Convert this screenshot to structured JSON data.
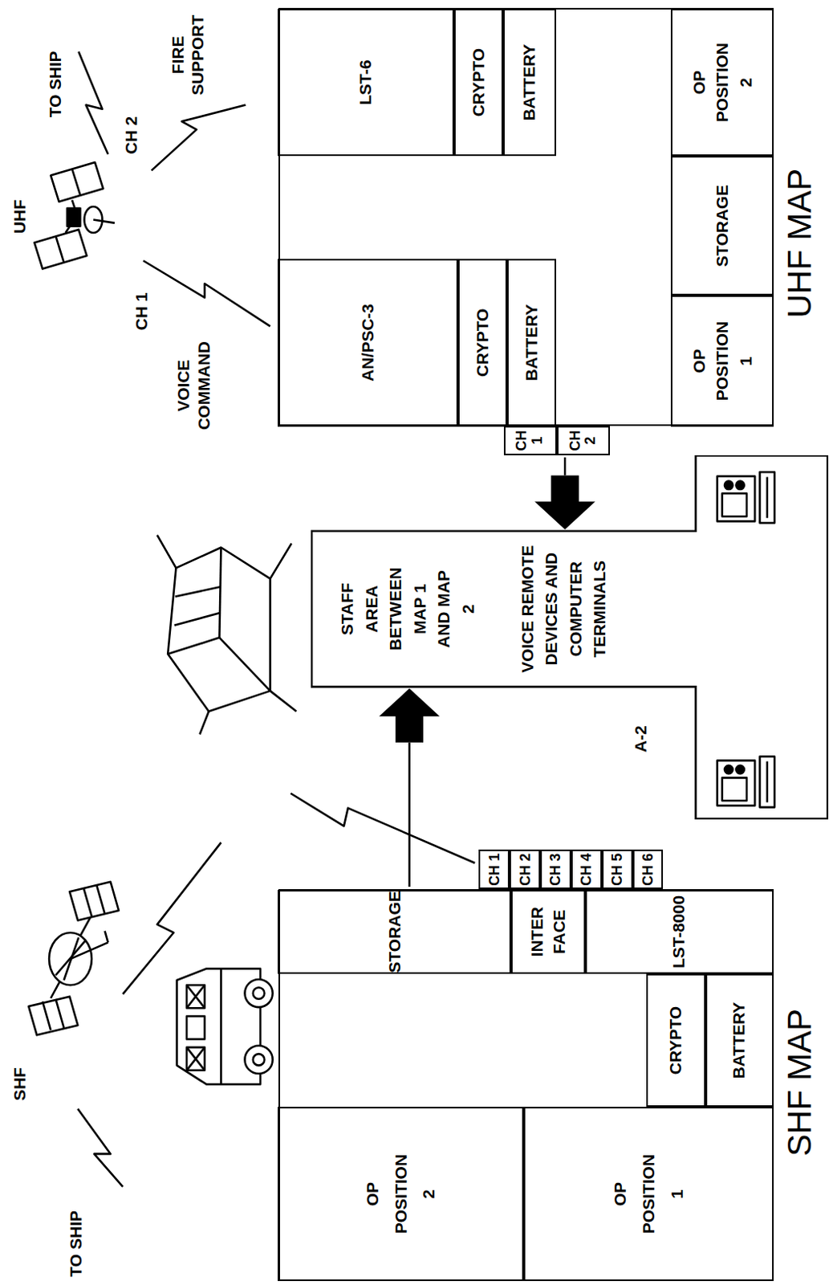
{
  "diagram": {
    "nodes": [
      {
        "text": [
          "SHF MAP"
        ]
      },
      {
        "text": [
          "OP POSITION 2"
        ],
        "in": 0
      },
      {
        "text": [
          "OP POSITION 1"
        ],
        "in": 0
      },
      {
        "text": [
          "CRYPTO"
        ],
        "in": 0
      },
      {
        "text": [
          "BATTERY"
        ],
        "in": 0
      },
      {
        "text": [
          "STORAGE"
        ],
        "in": 0
      },
      {
        "text": [
          "INTER FACE"
        ],
        "in": 0
      },
      {
        "text": [
          "LST-8000"
        ],
        "in": 0
      },
      {
        "text": [
          "CH 1"
        ]
      },
      {
        "text": [
          "CH 2"
        ]
      },
      {
        "text": [
          "CH 3"
        ]
      },
      {
        "text": [
          "CH 4"
        ]
      },
      {
        "text": [
          "CH 5"
        ]
      },
      {
        "text": [
          "CH 6"
        ]
      },
      {
        "text": [
          "STAFF AREA BETWEEN MAP 1 AND MAP 2",
          "VOICE REMOTE DEVICES AND COMPUTER TERMINALS"
        ]
      },
      {
        "text": [
          "CH 1"
        ]
      },
      {
        "text": [
          "CH 2"
        ]
      },
      {
        "text": [
          "UHF MAP"
        ]
      },
      {
        "text": [
          "AN/PSC-3"
        ],
        "in": 17
      },
      {
        "text": [
          "CRYPTO"
        ],
        "in": 17
      },
      {
        "text": [
          "BATTERY"
        ],
        "in": 17
      },
      {
        "text": [
          "LST-6"
        ],
        "in": 17
      },
      {
        "text": [
          "CRYPTO"
        ],
        "in": 17
      },
      {
        "text": [
          "BATTERY"
        ],
        "in": 17
      },
      {
        "text": [
          "OP POSITION 1"
        ],
        "in": 17
      },
      {
        "text": [
          "STORAGE"
        ],
        "in": 17
      },
      {
        "text": [
          "OP POSITION 2"
        ],
        "in": 17
      }
    ],
    "edges": [
      {
        "from": 0,
        "to": 14,
        "arrow": "to"
      },
      {
        "from": 17,
        "to": 14,
        "arrow": "to"
      }
    ],
    "labels": [
      "TO SHIP",
      "SHF",
      "A-2",
      "CH 1",
      "VOICE COMMAND",
      "UHF",
      "CH 2",
      "FIRE SUPPORT",
      "TO SHIP"
    ]
  }
}
